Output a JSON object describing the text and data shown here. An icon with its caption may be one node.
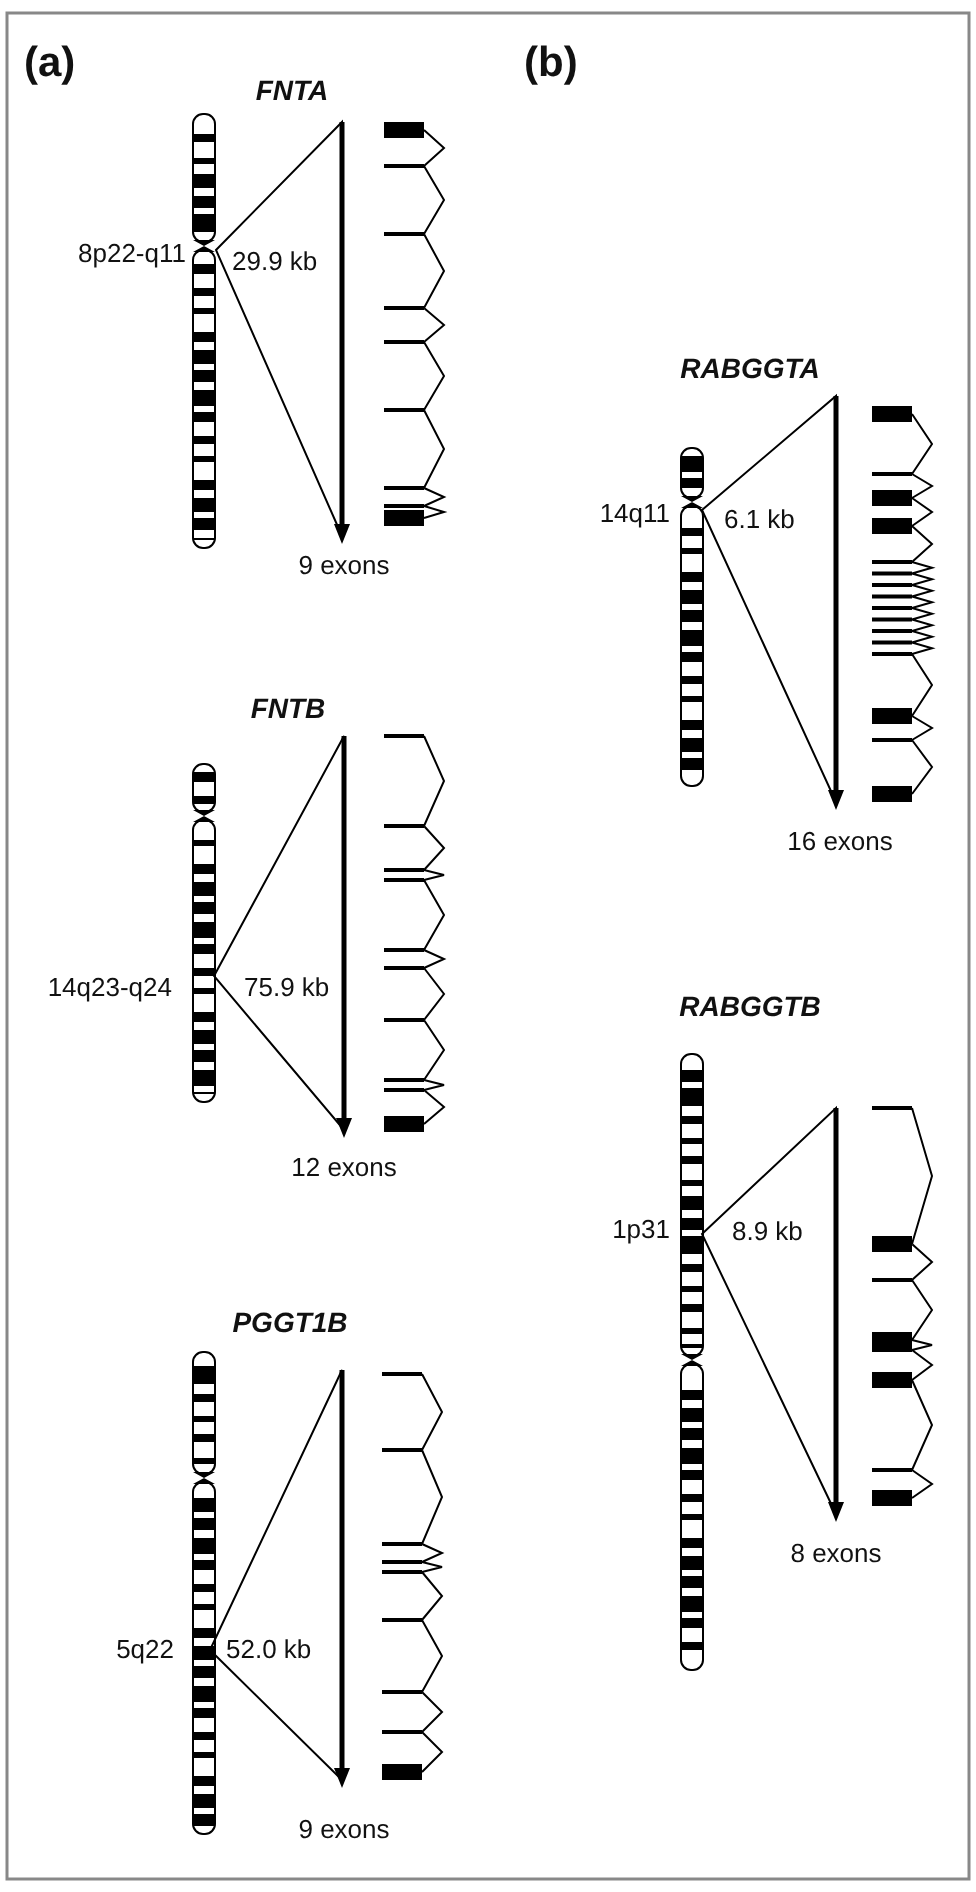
{
  "diagram": {
    "labels": [
      "(a)",
      "(b)",
      "FNTA",
      "8p22-q11",
      "29.9 kb",
      "9 exons",
      "RABGGTA",
      "14q11",
      "6.1 kb",
      "16 exons",
      "FNTB",
      "14q23-q24",
      "75.9 kb",
      "12 exons",
      "RABGGTB",
      "1p31",
      "8.9 kb",
      "8 exons",
      "PGGT1B",
      "5q22",
      "52.0 kb",
      "9 exons"
    ]
  }
}
